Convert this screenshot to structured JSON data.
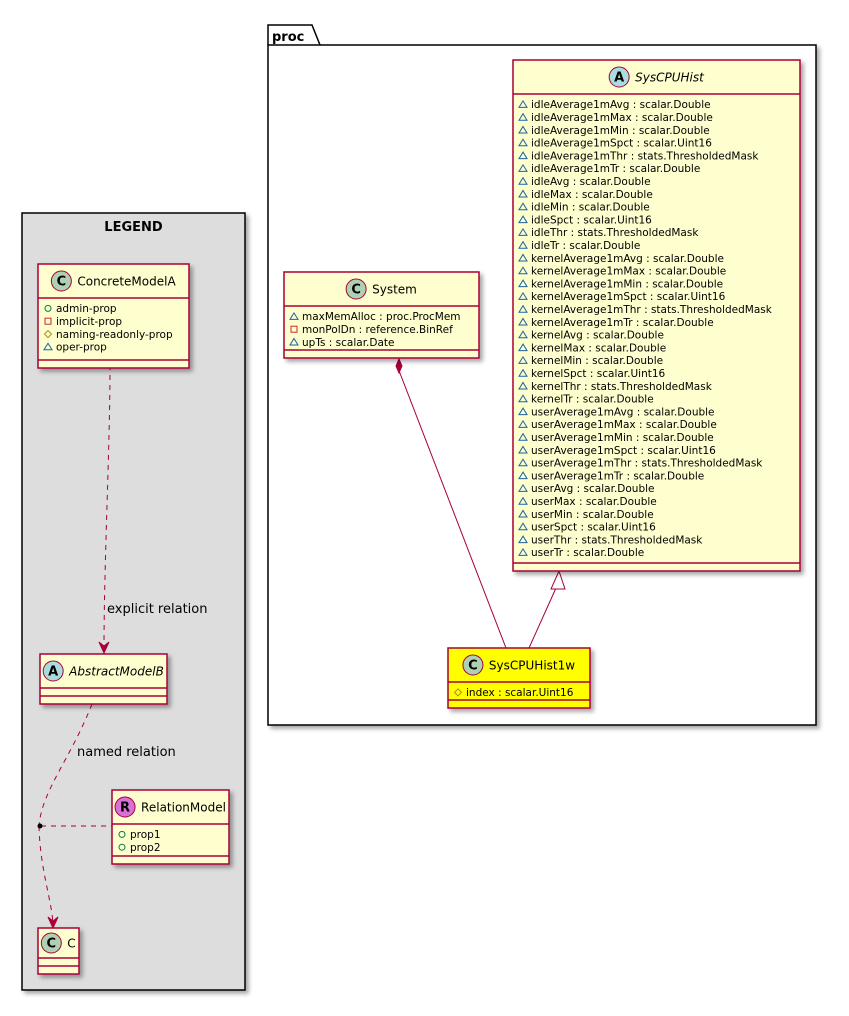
{
  "package": {
    "name": "proc"
  },
  "legend": {
    "title": "LEGEND",
    "concrete": {
      "stereotype": "C",
      "name": "ConcreteModelA",
      "attributes": [
        {
          "vis": "+",
          "text": "admin-prop"
        },
        {
          "vis": "-",
          "text": "implicit-prop"
        },
        {
          "vis": "#",
          "text": "naming-readonly-prop"
        },
        {
          "vis": "~",
          "text": "oper-prop"
        }
      ]
    },
    "abstract": {
      "stereotype": "A",
      "name": "AbstractModelB"
    },
    "relation_model": {
      "stereotype": "R",
      "name": "RelationModel",
      "attributes": [
        {
          "vis": "+",
          "text": "prop1"
        },
        {
          "vis": "+",
          "text": "prop2"
        }
      ]
    },
    "c": {
      "stereotype": "C",
      "name": "C"
    },
    "explicit_label": "explicit relation",
    "named_label": "named relation"
  },
  "system": {
    "stereotype": "C",
    "name": "System",
    "attributes": [
      {
        "vis": "~",
        "text": "maxMemAlloc : proc.ProcMem"
      },
      {
        "vis": "-",
        "text": "monPolDn : reference.BinRef"
      },
      {
        "vis": "~",
        "text": "upTs : scalar.Date"
      }
    ]
  },
  "syscpuhist": {
    "stereotype": "A",
    "name": "SysCPUHist",
    "attributes": [
      {
        "vis": "~",
        "text": "idleAverage1mAvg : scalar.Double"
      },
      {
        "vis": "~",
        "text": "idleAverage1mMax : scalar.Double"
      },
      {
        "vis": "~",
        "text": "idleAverage1mMin : scalar.Double"
      },
      {
        "vis": "~",
        "text": "idleAverage1mSpct : scalar.Uint16"
      },
      {
        "vis": "~",
        "text": "idleAverage1mThr : stats.ThresholdedMask"
      },
      {
        "vis": "~",
        "text": "idleAverage1mTr : scalar.Double"
      },
      {
        "vis": "~",
        "text": "idleAvg : scalar.Double"
      },
      {
        "vis": "~",
        "text": "idleMax : scalar.Double"
      },
      {
        "vis": "~",
        "text": "idleMin : scalar.Double"
      },
      {
        "vis": "~",
        "text": "idleSpct : scalar.Uint16"
      },
      {
        "vis": "~",
        "text": "idleThr : stats.ThresholdedMask"
      },
      {
        "vis": "~",
        "text": "idleTr : scalar.Double"
      },
      {
        "vis": "~",
        "text": "kernelAverage1mAvg : scalar.Double"
      },
      {
        "vis": "~",
        "text": "kernelAverage1mMax : scalar.Double"
      },
      {
        "vis": "~",
        "text": "kernelAverage1mMin : scalar.Double"
      },
      {
        "vis": "~",
        "text": "kernelAverage1mSpct : scalar.Uint16"
      },
      {
        "vis": "~",
        "text": "kernelAverage1mThr : stats.ThresholdedMask"
      },
      {
        "vis": "~",
        "text": "kernelAverage1mTr : scalar.Double"
      },
      {
        "vis": "~",
        "text": "kernelAvg : scalar.Double"
      },
      {
        "vis": "~",
        "text": "kernelMax : scalar.Double"
      },
      {
        "vis": "~",
        "text": "kernelMin : scalar.Double"
      },
      {
        "vis": "~",
        "text": "kernelSpct : scalar.Uint16"
      },
      {
        "vis": "~",
        "text": "kernelThr : stats.ThresholdedMask"
      },
      {
        "vis": "~",
        "text": "kernelTr : scalar.Double"
      },
      {
        "vis": "~",
        "text": "userAverage1mAvg : scalar.Double"
      },
      {
        "vis": "~",
        "text": "userAverage1mMax : scalar.Double"
      },
      {
        "vis": "~",
        "text": "userAverage1mMin : scalar.Double"
      },
      {
        "vis": "~",
        "text": "userAverage1mSpct : scalar.Uint16"
      },
      {
        "vis": "~",
        "text": "userAverage1mThr : stats.ThresholdedMask"
      },
      {
        "vis": "~",
        "text": "userAverage1mTr : scalar.Double"
      },
      {
        "vis": "~",
        "text": "userAvg : scalar.Double"
      },
      {
        "vis": "~",
        "text": "userMax : scalar.Double"
      },
      {
        "vis": "~",
        "text": "userMin : scalar.Double"
      },
      {
        "vis": "~",
        "text": "userSpct : scalar.Uint16"
      },
      {
        "vis": "~",
        "text": "userThr : stats.ThresholdedMask"
      },
      {
        "vis": "~",
        "text": "userTr : scalar.Double"
      }
    ]
  },
  "syscpuhist1w": {
    "stereotype": "C",
    "name": "SysCPUHist1w",
    "attributes": [
      {
        "vis": "#",
        "text": "index : scalar.Uint16"
      }
    ]
  },
  "colors": {
    "class_fill": "#fefece",
    "class_border": "#a80036",
    "highlight_fill": "#ffff00",
    "legend_fill": "#dddddd",
    "stereo_c": "#add1b2",
    "stereo_a": "#a9dcdf",
    "stereo_r": "#da70d6"
  }
}
